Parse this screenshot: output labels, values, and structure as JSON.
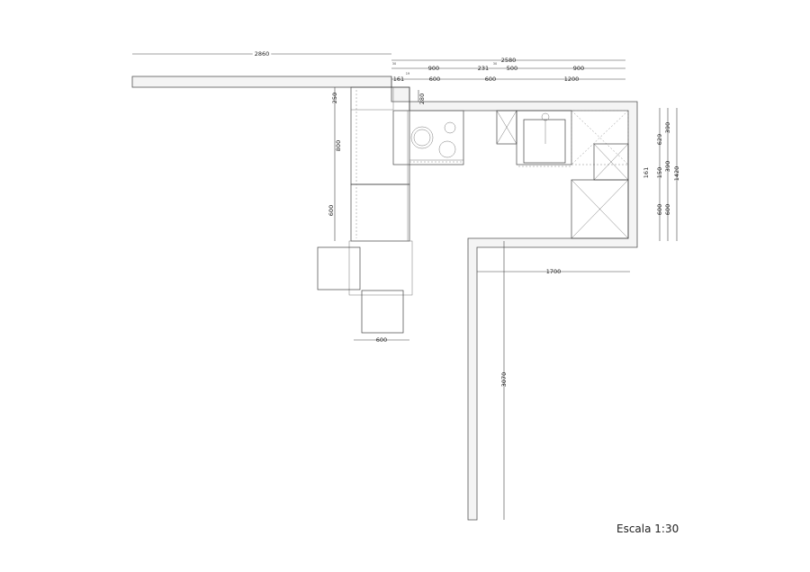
{
  "drawing": {
    "scale_label": "Escala 1:30",
    "dimensions": {
      "top_left_span": "2860",
      "top_right_span": "2580",
      "upper_row": [
        "30",
        "900",
        "231",
        "30",
        "500",
        "900"
      ],
      "lower_row": [
        "161",
        "19",
        "600",
        "600",
        "1200"
      ],
      "left_vertical": [
        "250",
        "800",
        "600"
      ],
      "hob_depth": "280",
      "right_col_a": [
        "629",
        "150",
        "600"
      ],
      "right_col_b": [
        "390",
        "390",
        "600"
      ],
      "right_total": "1420",
      "right_offset": "161",
      "bottom_wall_span": "1700",
      "vertical_wall_span": "3070",
      "stool_width": "600"
    }
  }
}
